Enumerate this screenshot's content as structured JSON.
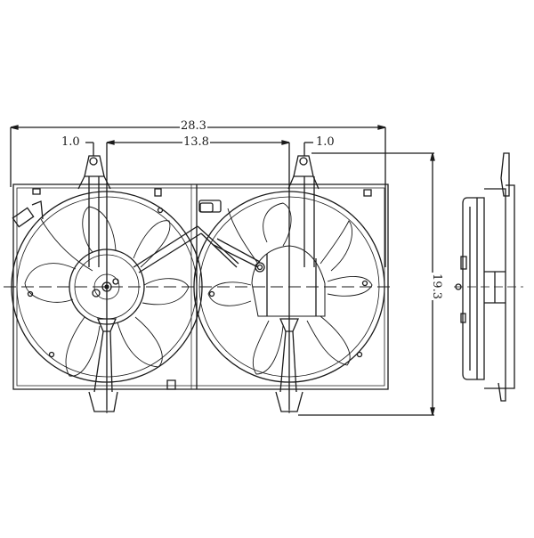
{
  "diagram": {
    "subject": "Dual radiator cooling fan assembly technical drawing",
    "views": [
      "front view",
      "side view"
    ],
    "dimensions": {
      "overall_width": "28.3",
      "fan_center_spacing": "13.8",
      "left_offset": "1.0",
      "right_offset": "1.0",
      "overall_height": "19.3"
    },
    "colors": {
      "line": "#1a1a1a",
      "background": "#ffffff"
    }
  }
}
